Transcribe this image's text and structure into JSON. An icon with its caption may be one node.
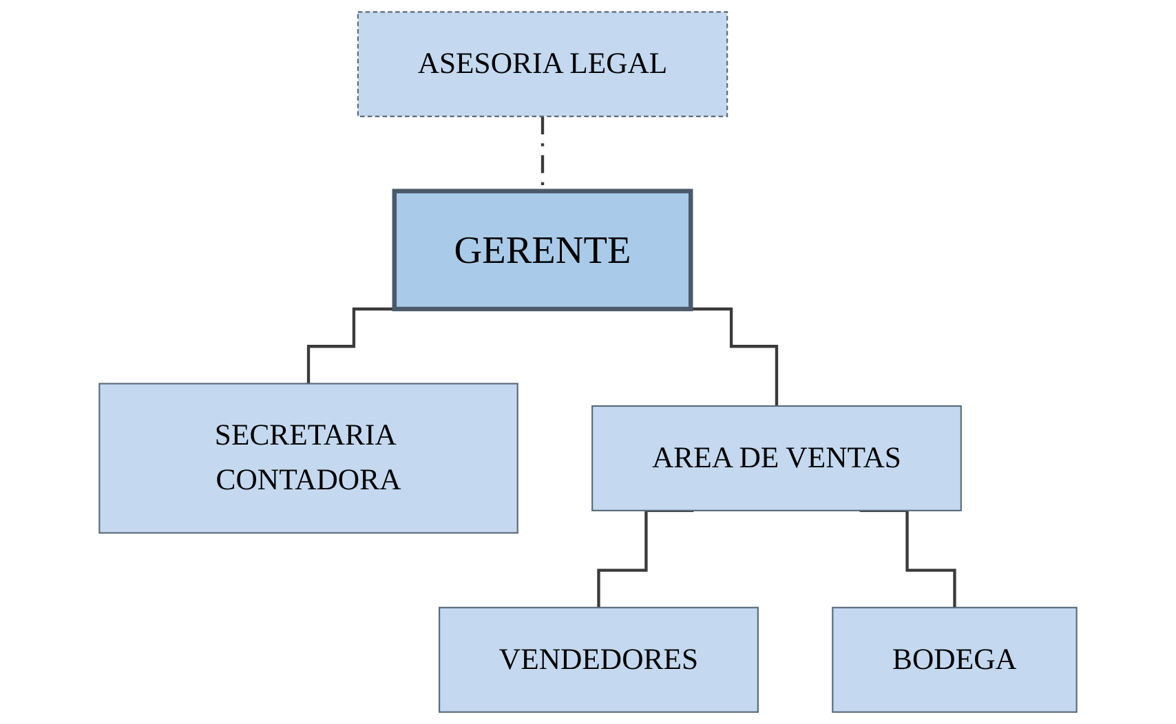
{
  "diagram": {
    "nodes": [
      {
        "text": [
          "GERENTE"
        ]
      },
      {
        "text": [
          "ASESORIA LEGAL"
        ]
      },
      {
        "text": [
          "SECRETARIA CONTADORA"
        ]
      },
      {
        "text": [
          "AREA DE VENTAS"
        ]
      },
      {
        "text": [
          "VENDEDORES"
        ]
      },
      {
        "text": [
          "BODEGA"
        ]
      }
    ],
    "edges": [
      {
        "from": 1,
        "to": 0,
        "arrow": "none",
        "style": "dashed"
      },
      {
        "from": 0,
        "to": 2,
        "arrow": "none"
      },
      {
        "from": 0,
        "to": 3,
        "arrow": "none"
      },
      {
        "from": 3,
        "to": 4,
        "arrow": "none"
      },
      {
        "from": 3,
        "to": 5,
        "arrow": "none"
      }
    ]
  }
}
